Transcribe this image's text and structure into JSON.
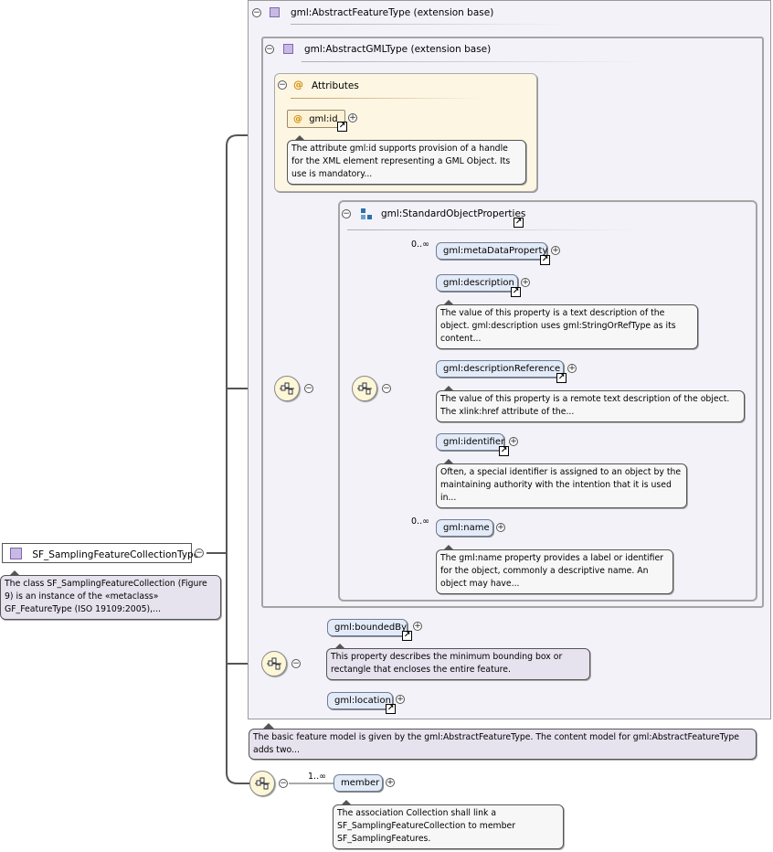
{
  "root": {
    "name": "SF_SamplingFeatureCollectionType",
    "doc": "The class SF_SamplingFeatureCollection (Figure 9) is an instance of the «metaclass» GF_FeatureType (ISO 19109:2005),..."
  },
  "abstract_feature": {
    "header": "gml:AbstractFeatureType (extension base)",
    "doc": "The basic feature model is given by the gml:AbstractFeatureType. The content model for gml:AbstractFeatureType adds two..."
  },
  "abstract_gml": {
    "header": "gml:AbstractGMLType (extension base)"
  },
  "attributes": {
    "header": "Attributes",
    "gml_id": "gml:id",
    "gml_id_doc": "The attribute gml:id supports provision of a handle for the XML element representing a GML Object. Its use is mandatory..."
  },
  "standard_object_properties": {
    "header": "gml:StandardObjectProperties",
    "elements": [
      {
        "name": "gml:metaDataProperty",
        "cardinality": "0..∞",
        "doc": ""
      },
      {
        "name": "gml:description",
        "cardinality": "",
        "doc": "The value of this property is a text description of the object. gml:description uses gml:StringOrRefType as its content..."
      },
      {
        "name": "gml:descriptionReference",
        "cardinality": "",
        "doc": "The value of this property is a remote text description of the object. The xlink:href attribute of the..."
      },
      {
        "name": "gml:identifier",
        "cardinality": "",
        "doc": "Often, a special identifier is assigned to an object by the maintaining authority with the intention that it is used in..."
      },
      {
        "name": "gml:name",
        "cardinality": "0..∞",
        "doc": "The gml:name property provides a label or identifier for the object, commonly a descriptive name. An object may have..."
      }
    ]
  },
  "feature_elements": [
    {
      "name": "gml:boundedBy",
      "doc": "This property describes the minimum bounding box or rectangle that encloses the entire feature."
    },
    {
      "name": "gml:location",
      "doc": ""
    }
  ],
  "member": {
    "name": "member",
    "cardinality": "1..∞",
    "doc": "The association Collection shall link a SF_SamplingFeatureCollection to member SF_SamplingFeatures."
  },
  "colors": {
    "element_fill": "#e3ebf8",
    "attribute_fill": "#fdf6e3",
    "region_fill": "#f4f2f9",
    "compositor_fill": "#fdf7d8",
    "class_icon": "#c8b8e6"
  }
}
